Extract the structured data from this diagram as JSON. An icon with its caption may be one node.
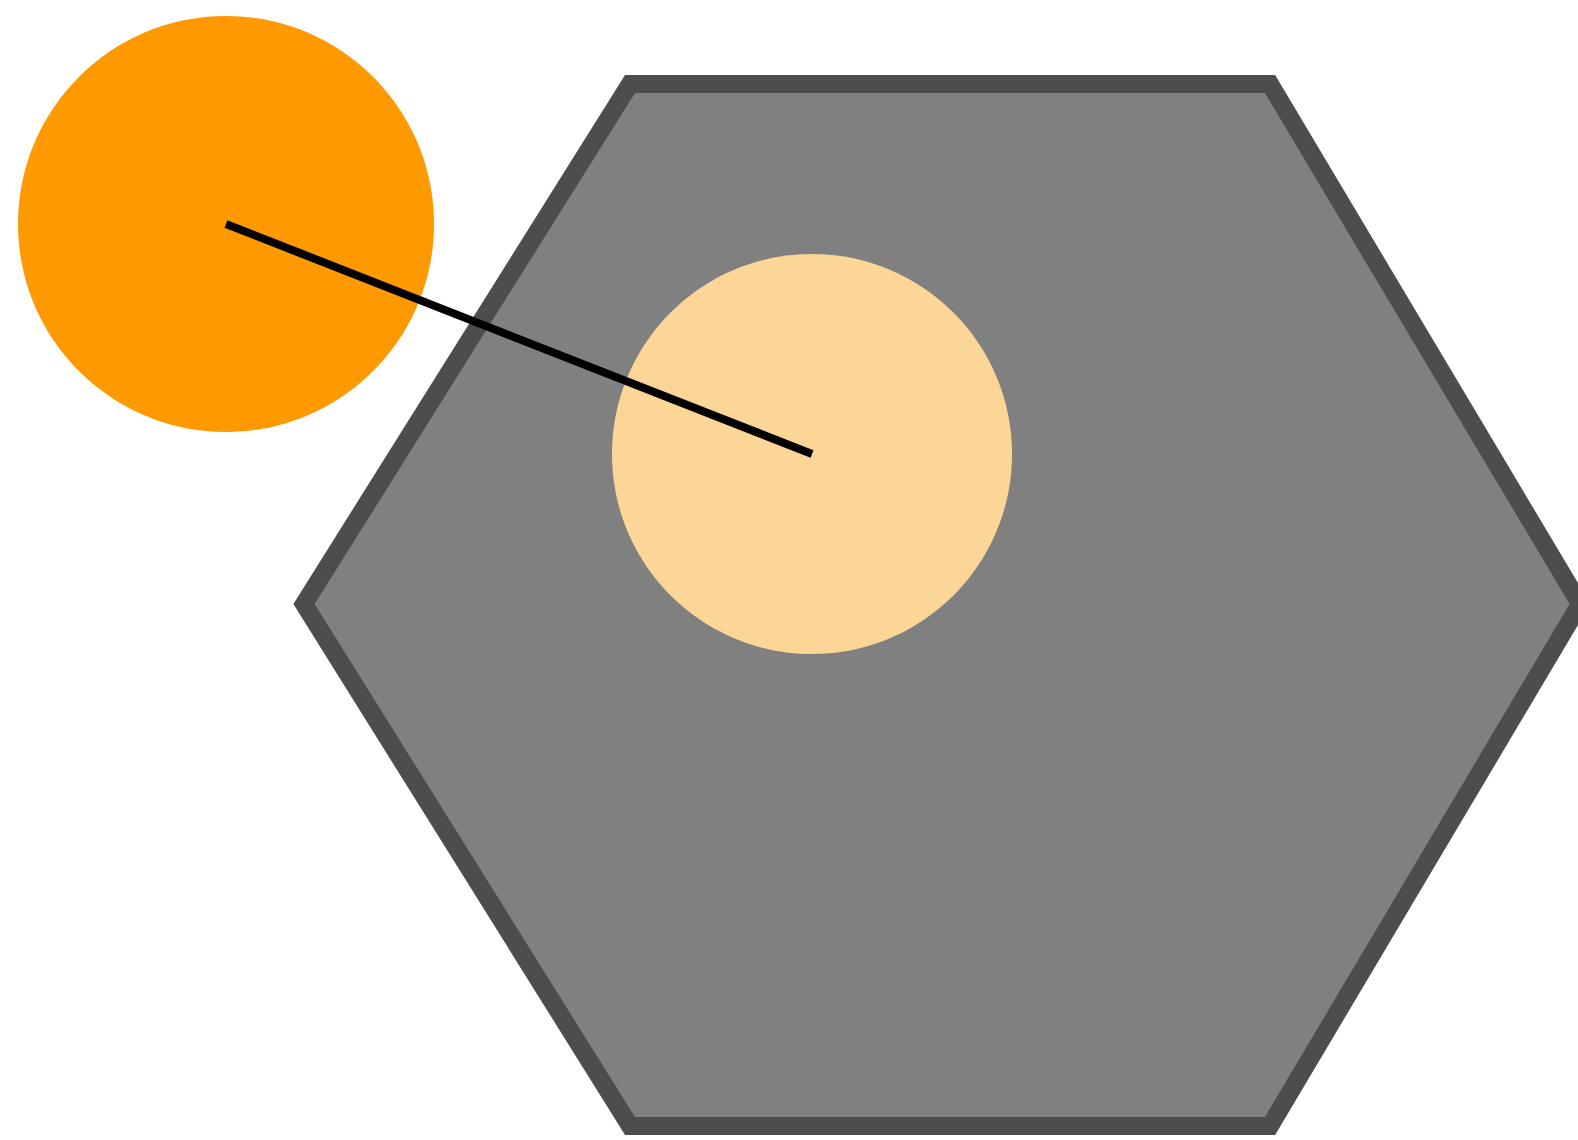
{
  "diagram": {
    "nodes": [
      {
        "text": [],
        "shape": "circle"
      },
      {
        "text": [],
        "shape": "hexagon"
      },
      {
        "text": [],
        "shape": "circle",
        "in": 1
      }
    ],
    "edges": [
      {
        "from": 0,
        "to": 2,
        "arrow": "none"
      }
    ]
  }
}
